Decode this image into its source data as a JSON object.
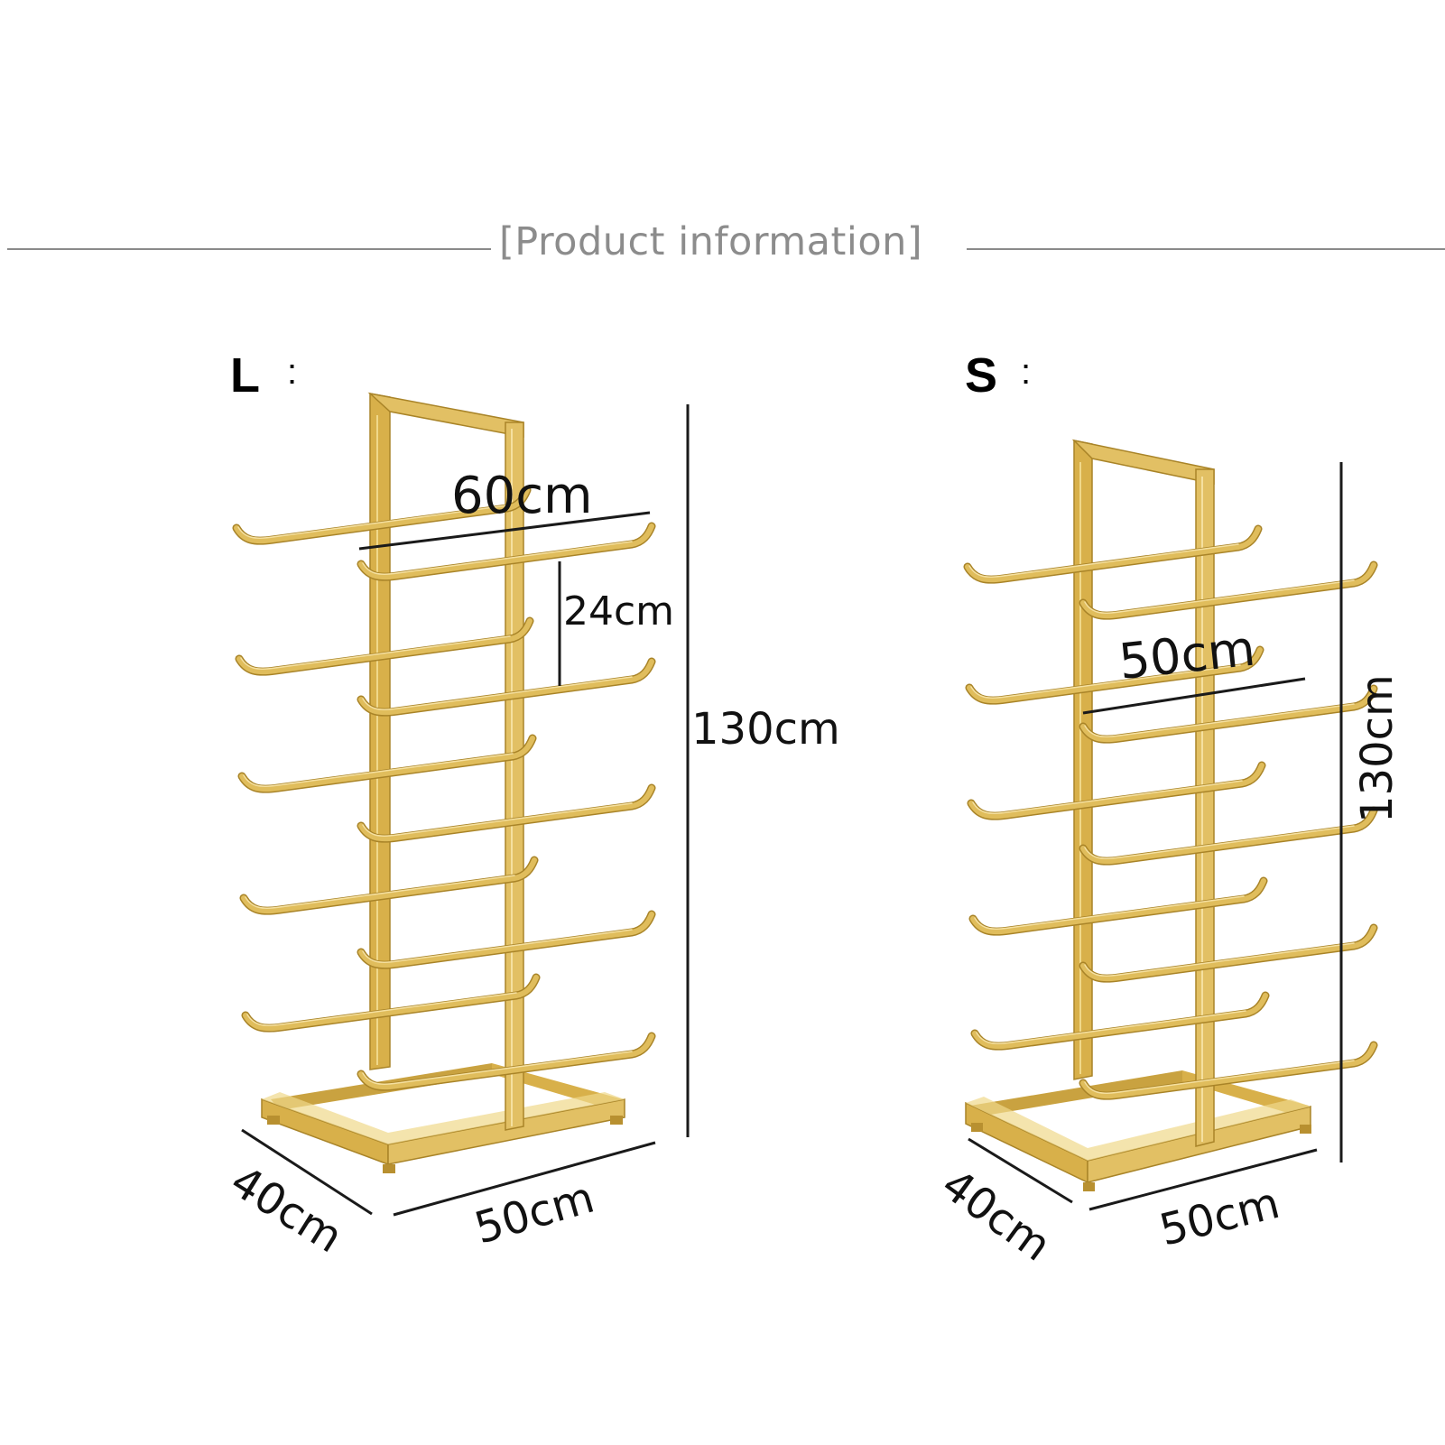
{
  "header": {
    "title": "[Product information]"
  },
  "variants": [
    {
      "size_label": "L",
      "colon": ":",
      "dimensions": {
        "width_top": "60cm",
        "spacing": "24cm",
        "height": "130cm",
        "depth": "40cm",
        "width_base": "50cm"
      }
    },
    {
      "size_label": "S",
      "colon": ":",
      "dimensions": {
        "width_top": "50cm",
        "height": "130cm",
        "depth": "40cm",
        "width_base": "50cm"
      }
    }
  ],
  "colors": {
    "rack_gold": "#d8b04a",
    "rack_highlight": "#f2d98a",
    "rack_shadow": "#a98428",
    "dimension_line": "#1a1a1a",
    "title_gray": "#8c8c8c"
  },
  "icons": [
    "wine-rack-large-illustration",
    "wine-rack-small-illustration"
  ]
}
